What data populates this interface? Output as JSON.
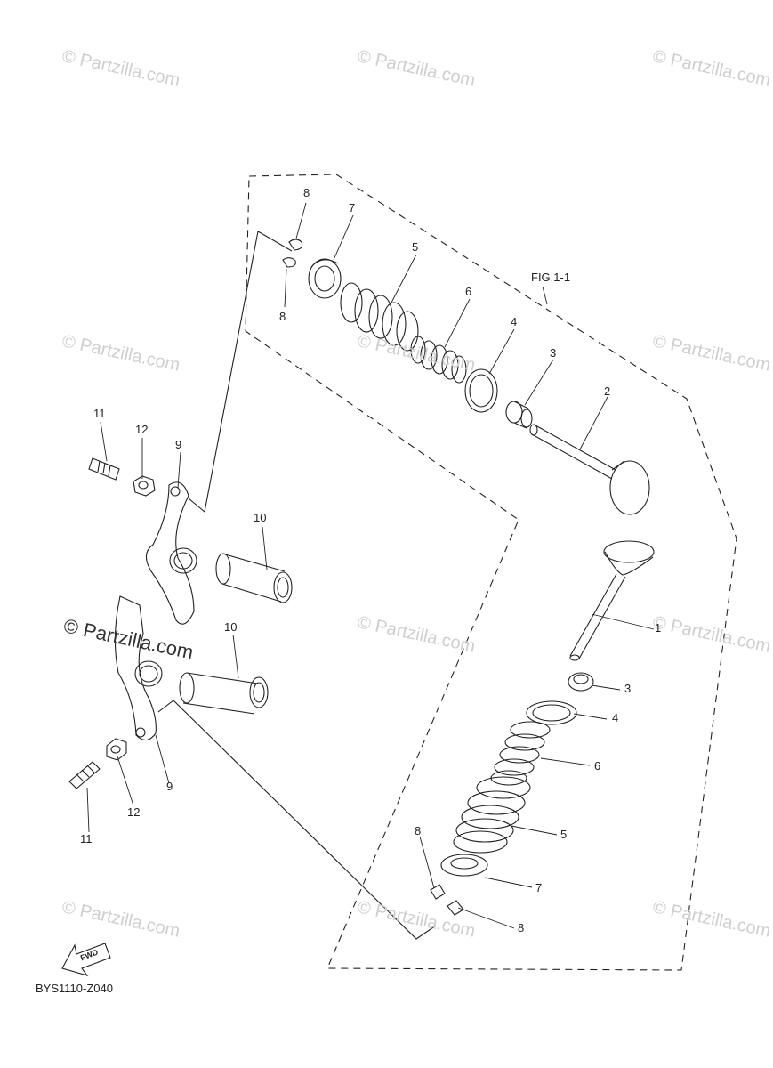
{
  "watermark": "© Partzilla.com",
  "figure_label": "FIG.1-1",
  "fwd_label": "FWD",
  "diagram_code": "BYS1110-Z040",
  "callouts": {
    "n1": "1",
    "n2": "2",
    "n3": "3",
    "n4": "4",
    "n5": "5",
    "n6": "6",
    "n7": "7",
    "n8": "8",
    "n9": "9",
    "n10": "10",
    "n11": "11",
    "n12": "12"
  }
}
